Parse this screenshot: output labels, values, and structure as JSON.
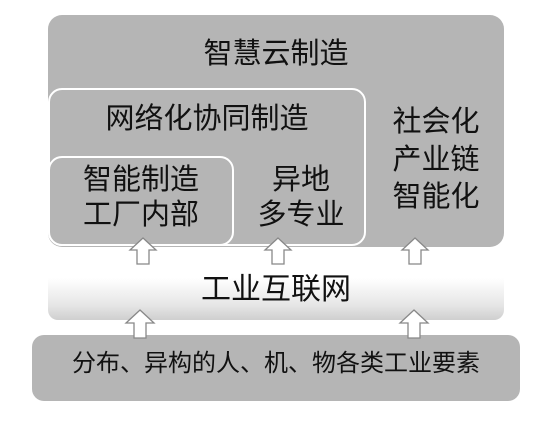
{
  "diagram": {
    "cloud_box": {
      "title": "智慧云制造"
    },
    "collab_box": {
      "title": "网络化协同制造"
    },
    "internal_box": {
      "label": "智能制造\n工厂内部"
    },
    "remote_label": "异地\n多专业",
    "social_label": "社会化\n产业链\n智能化",
    "internet_bar": {
      "label": "工业互联网"
    },
    "bottom_bar": {
      "label": "分布、异构的人、机、物各类工业要素"
    },
    "colors": {
      "gray_fill": "#b5b5b5",
      "box_border": "#ffffff",
      "internet_light": "#ffffff",
      "internet_dark": "#cfcfcf",
      "arrow_fill": "#ffffff",
      "arrow_stroke": "#888888"
    }
  }
}
